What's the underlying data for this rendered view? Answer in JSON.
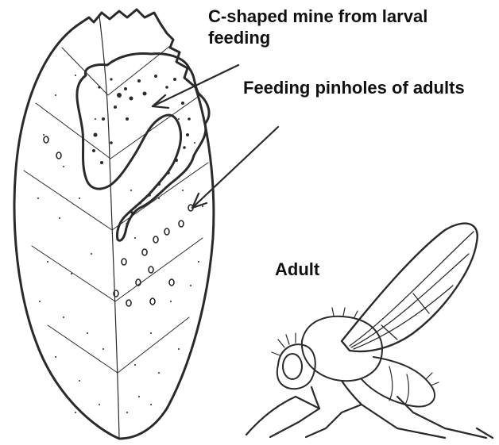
{
  "labels": {
    "mine_line1": "C-shaped mine from larval",
    "mine_line2": "feeding",
    "pinholes": "Feeding pinholes of adults",
    "adult": "Adult"
  },
  "colors": {
    "ink": "#2a2a2a",
    "background": "#ffffff"
  }
}
